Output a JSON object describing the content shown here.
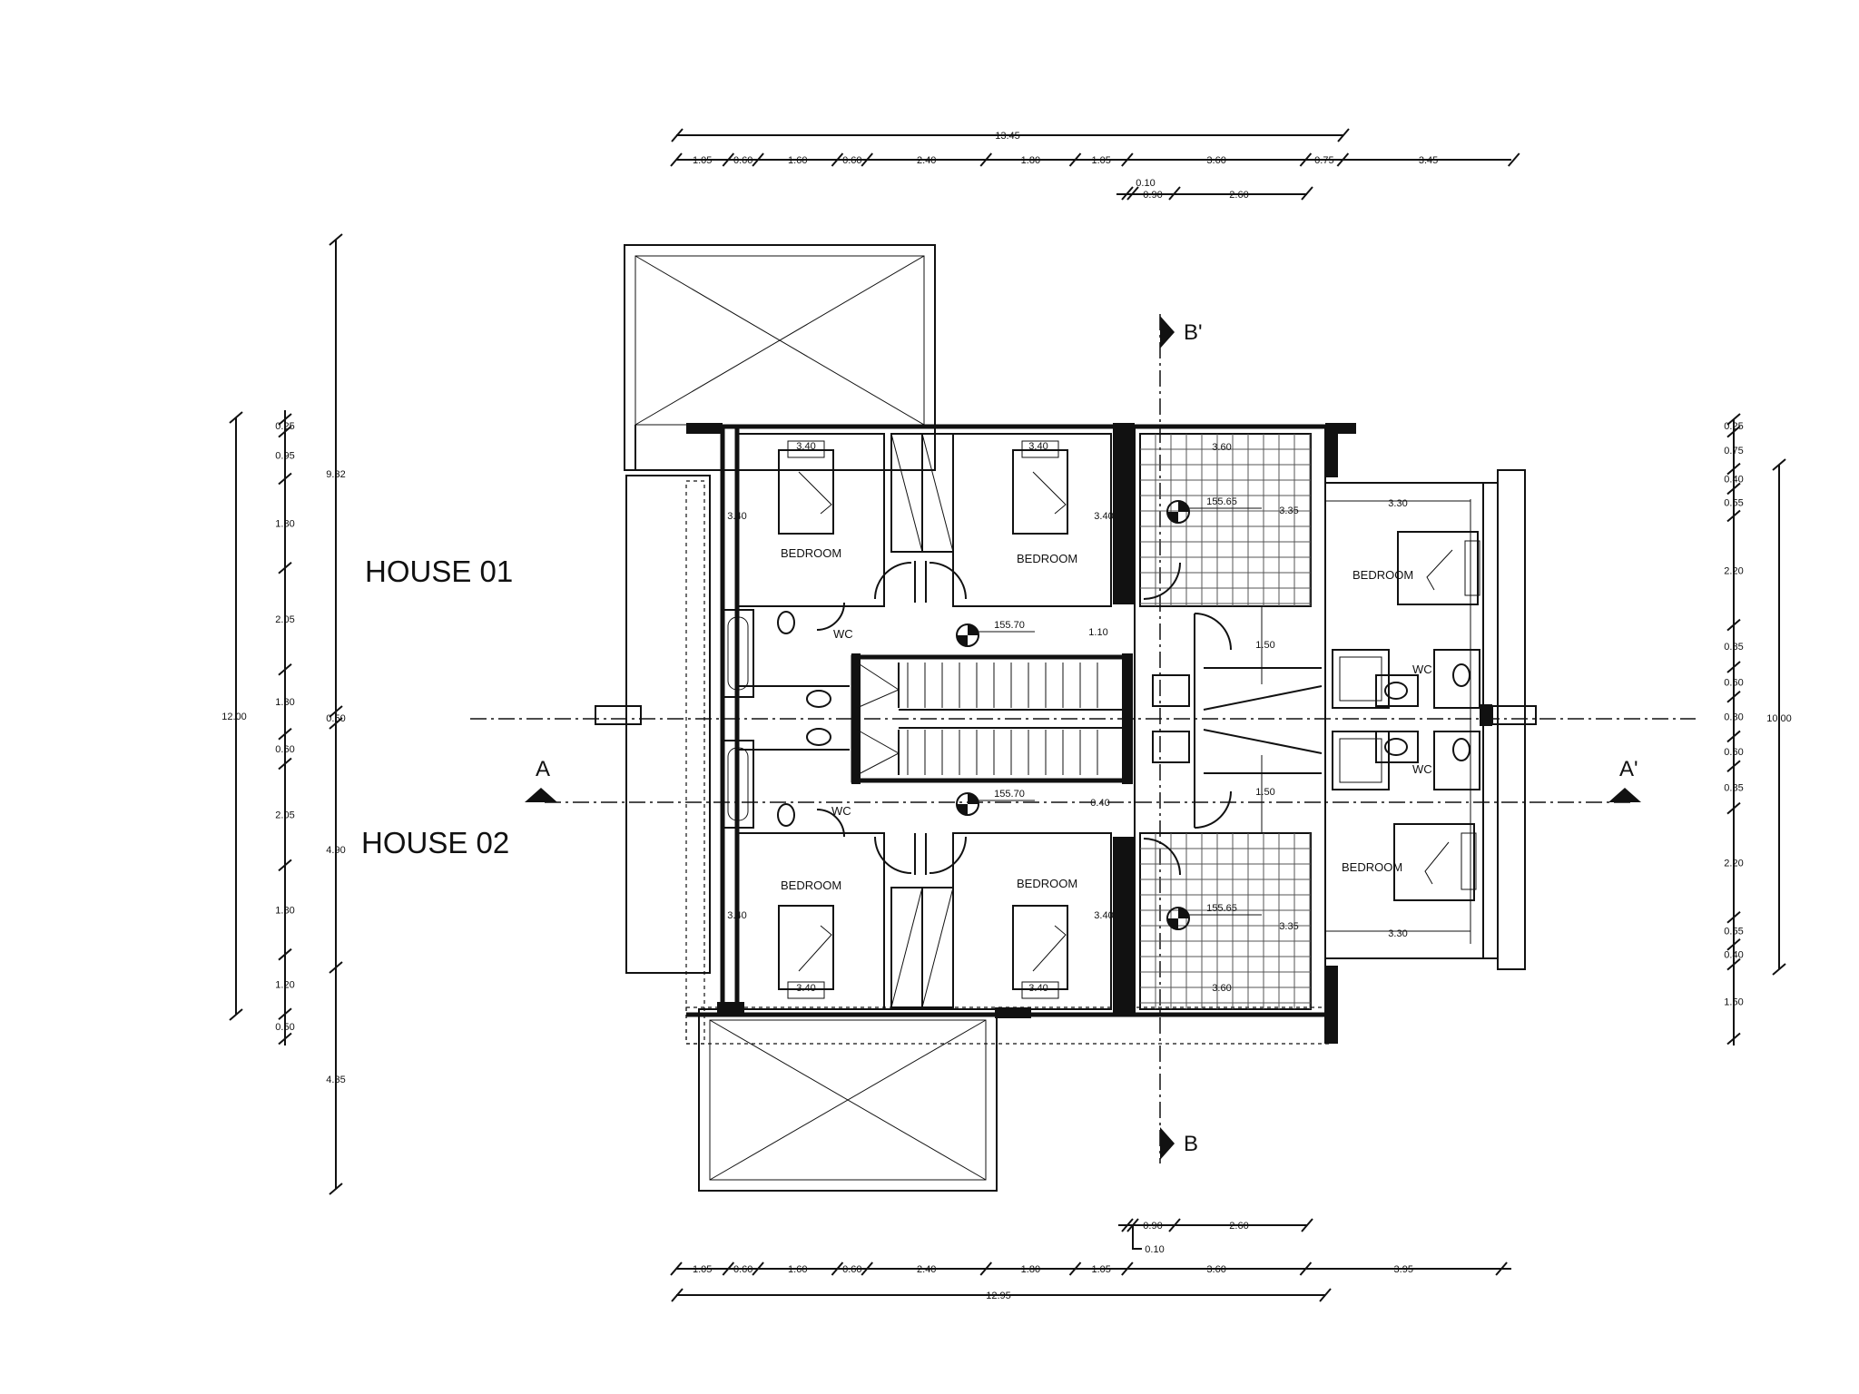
{
  "houses": {
    "house1": "HOUSE 01",
    "house2": "HOUSE 02"
  },
  "sections": {
    "a": "A",
    "a_prime": "A'",
    "b": "B",
    "b_prime": "B'"
  },
  "rooms": {
    "bedroom": "BEDROOM",
    "wc": "WC"
  },
  "levels": {
    "landing_top": "155.70",
    "landing_bottom": "155.70",
    "terrace_top": "155.65",
    "terrace_bottom": "155.65"
  },
  "top_dims": {
    "overall": "13.45",
    "chain": [
      "1.05",
      "0.60",
      "1.60",
      "0.60",
      "2.40",
      "1.80",
      "1.05",
      "3.60",
      "0.75",
      "3.45"
    ],
    "sub_a": "0.10",
    "sub_b": "0.90",
    "sub_c": "2.60"
  },
  "bottom_dims": {
    "overall": "12.95",
    "chain": [
      "1.05",
      "0.60",
      "1.60",
      "0.60",
      "2.40",
      "1.80",
      "1.05",
      "3.60",
      "3.95"
    ],
    "sub_a": "0.90",
    "sub_b": "2.60",
    "sub_c": "0.10"
  },
  "left_dims": {
    "overall": "12.00",
    "side_a": "9.32",
    "side_b": "0.50",
    "side_c": "4.90",
    "side_d": "4.35",
    "chain": [
      "0.25",
      "0.95",
      "1.80",
      "2.05",
      "1.30",
      "0.60",
      "2.05",
      "1.80",
      "1.20",
      "0.50"
    ]
  },
  "right_dims": {
    "overall": "10.00",
    "chain": [
      "0.25",
      "0.75",
      "0.40",
      "0.55",
      "2.20",
      "0.85",
      "0.60",
      "0.80",
      "0.60",
      "0.85",
      "2.20",
      "0.55",
      "0.40",
      "1.50"
    ]
  },
  "room_dims": {
    "bed_w": "3.40",
    "bed_h": "3.40",
    "terrace_w": "3.60",
    "terrace_h": "3.35",
    "terrace_h2": "3.35",
    "right_bed_w": "3.30",
    "corridor": "1.10",
    "hall_w": "1.50",
    "hall_w2": "1.50",
    "small": "0.40"
  }
}
